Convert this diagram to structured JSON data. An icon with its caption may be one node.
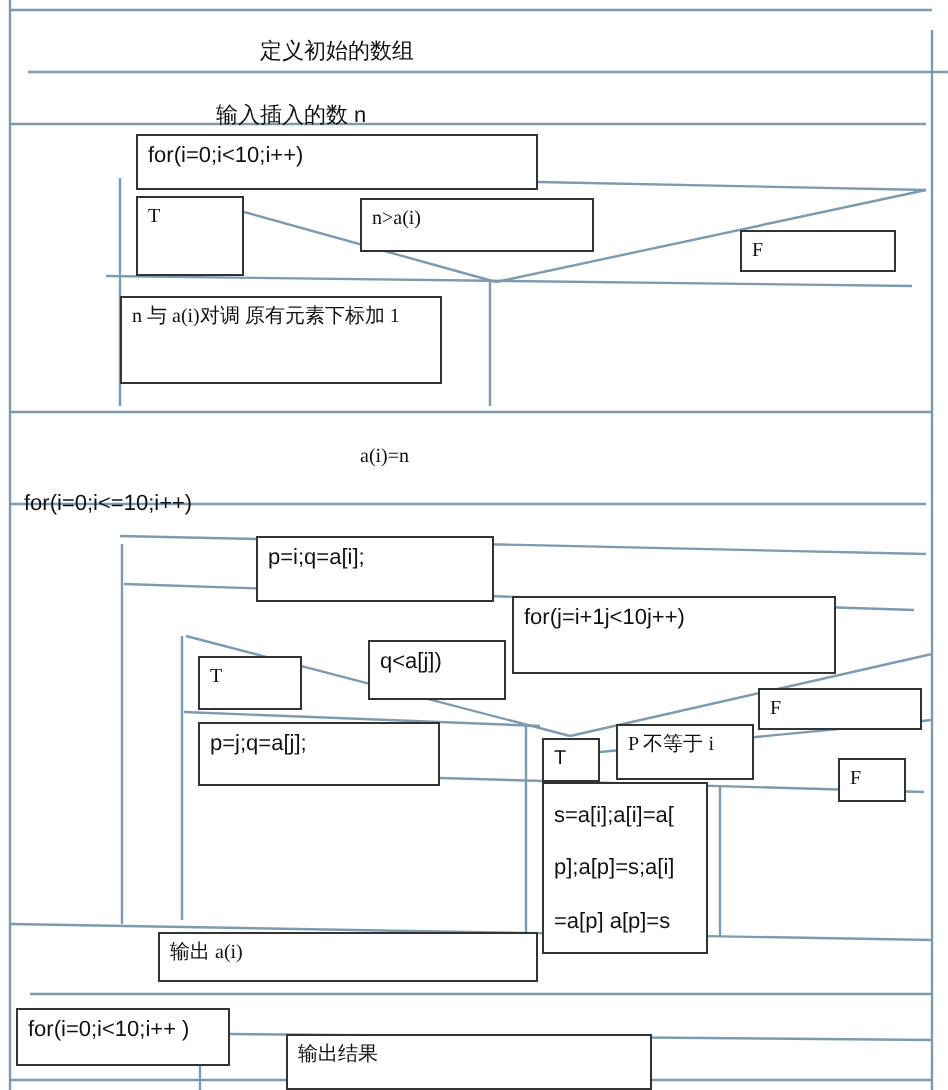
{
  "diagram": {
    "nodes": [
      {
        "text": [
          "for(i=0;i<10;i++)"
        ]
      },
      {
        "text": [
          "T"
        ]
      },
      {
        "text": [
          "n>a(i)"
        ]
      },
      {
        "text": [
          "F"
        ]
      },
      {
        "text": [
          "n 与 a(i)对调 原有元素下标加 1"
        ]
      },
      {
        "text": [
          "p=i;q=a[i];"
        ]
      },
      {
        "text": [
          "for(j=i+1j<10j++)"
        ]
      },
      {
        "text": [
          "T"
        ]
      },
      {
        "text": [
          "q<a[j])"
        ]
      },
      {
        "text": [
          "F"
        ]
      },
      {
        "text": [
          "p=j;q=a[j];"
        ]
      },
      {
        "text": [
          "T"
        ]
      },
      {
        "text": [
          "P 不等于 i"
        ]
      },
      {
        "text": [
          "F"
        ]
      },
      {
        "text": [
          "s=a[i];a[i]=a[ p];a[p]=s;a[i] =a[p] a[p]=s"
        ]
      },
      {
        "text": [
          "输出 a(i)"
        ]
      },
      {
        "text": [
          "for(i=0;i<10;i++ )"
        ]
      },
      {
        "text": [
          "输出结果"
        ]
      }
    ],
    "labels": [
      "定义初始的数组",
      "输入插入的数 n",
      "a(i)=n",
      "for(i=0;i<=10;i++)"
    ]
  }
}
